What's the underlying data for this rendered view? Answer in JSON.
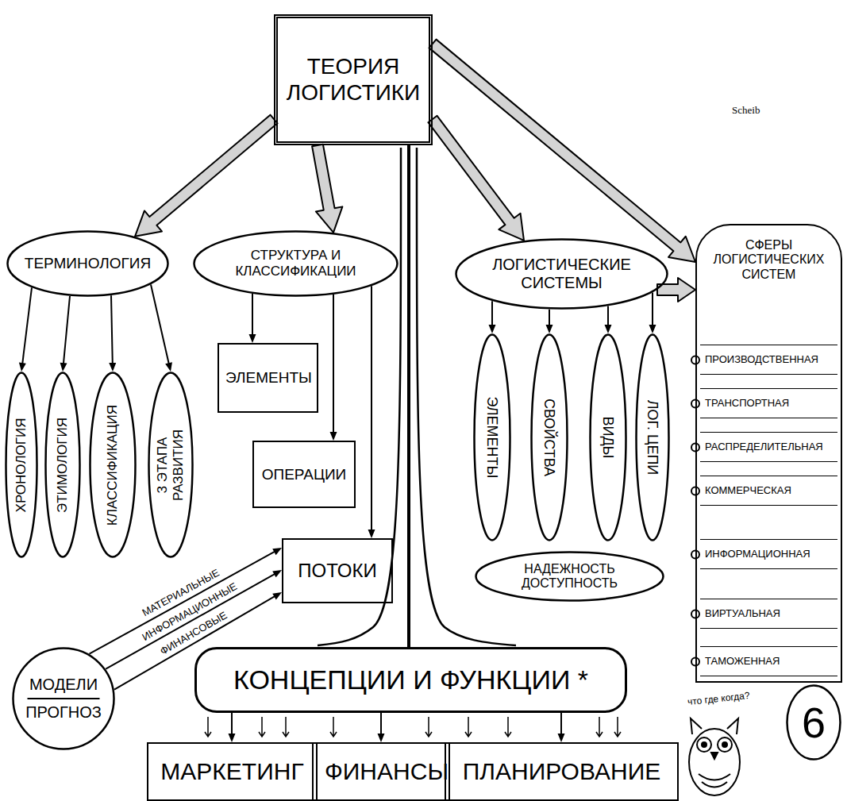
{
  "diagram": {
    "nodes": [
      {
        "text": [
          "ТЕОРИЯ ЛОГИСТИКИ"
        ]
      },
      {
        "text": [
          "ТЕРМИНОЛОГИЯ"
        ]
      },
      {
        "text": [
          "СТРУКТУРА И КЛАССИФИКАЦИИ"
        ]
      },
      {
        "text": [
          "ЛОГИСТИЧЕСКИЕ СИСТЕМЫ"
        ]
      },
      {
        "text": [
          "СФЕРЫ ЛОГИСТИЧЕСКИХ СИСТЕМ"
        ]
      },
      {
        "text": [
          "ПРОИЗВОДСТВЕННАЯ"
        ],
        "in": 4
      },
      {
        "text": [
          "ТРАНСПОРТНАЯ"
        ],
        "in": 4
      },
      {
        "text": [
          "РАСПРЕДЕЛИТЕЛЬНАЯ"
        ],
        "in": 4
      },
      {
        "text": [
          "КОММЕРЧЕСКАЯ"
        ],
        "in": 4
      },
      {
        "text": [
          "ИНФОРМАЦИОННАЯ"
        ],
        "in": 4
      },
      {
        "text": [
          "ВИРТУАЛЬНАЯ"
        ],
        "in": 4
      },
      {
        "text": [
          "ТАМОЖЕННАЯ"
        ],
        "in": 4
      },
      {
        "text": [
          "ХРОНОЛОГИЯ"
        ]
      },
      {
        "text": [
          "ЭТИМОЛОГИЯ"
        ]
      },
      {
        "text": [
          "КЛАССИФИКАЦИЯ"
        ]
      },
      {
        "text": [
          "3 ЭТАПА РАЗВИТИЯ"
        ]
      },
      {
        "text": [
          "ЭЛЕМЕНТЫ"
        ]
      },
      {
        "text": [
          "ОПЕРАЦИИ"
        ]
      },
      {
        "text": [
          "ПОТОКИ"
        ]
      },
      {
        "text": [
          "ЭЛЕМЕНТЫ"
        ]
      },
      {
        "text": [
          "СВОЙСТВА"
        ]
      },
      {
        "text": [
          "ВИДЫ"
        ]
      },
      {
        "text": [
          "ЛОГ. ЦЕПИ"
        ]
      },
      {
        "text": [
          "НАДЕЖНОСТЬ ДОСТУПНОСТЬ"
        ]
      },
      {
        "text": [
          "МОДЕЛИ",
          "ПРОГНОЗ"
        ]
      },
      {
        "text": [
          "КОНЦЕПЦИИ И ФУНКЦИИ *"
        ]
      },
      {
        "text": [
          "МАРКЕТИНГ"
        ]
      },
      {
        "text": [
          "ФИНАНСЫ"
        ]
      },
      {
        "text": [
          "ПЛАНИРОВАНИЕ"
        ]
      },
      {
        "text": [
          "6"
        ]
      }
    ],
    "edges": [
      {
        "from": 0,
        "to": 1,
        "arrow": "to"
      },
      {
        "from": 0,
        "to": 2,
        "arrow": "to"
      },
      {
        "from": 0,
        "to": 3,
        "arrow": "to"
      },
      {
        "from": 0,
        "to": 4,
        "arrow": "to"
      },
      {
        "from": 0,
        "to": 25,
        "arrow": "none"
      },
      {
        "from": 1,
        "to": 12,
        "arrow": "to"
      },
      {
        "from": 1,
        "to": 13,
        "arrow": "to"
      },
      {
        "from": 1,
        "to": 14,
        "arrow": "to"
      },
      {
        "from": 1,
        "to": 15,
        "arrow": "to"
      },
      {
        "from": 2,
        "to": 16,
        "arrow": "to"
      },
      {
        "from": 2,
        "to": 17,
        "arrow": "to"
      },
      {
        "from": 2,
        "to": 18,
        "arrow": "to"
      },
      {
        "from": 3,
        "to": 19,
        "arrow": "to"
      },
      {
        "from": 3,
        "to": 20,
        "arrow": "to"
      },
      {
        "from": 3,
        "to": 21,
        "arrow": "to"
      },
      {
        "from": 3,
        "to": 22,
        "arrow": "to"
      },
      {
        "from": 3,
        "to": 4,
        "arrow": "to"
      },
      {
        "from": 24,
        "to": 18,
        "label": "МАТЕРИАЛЬНЫЕ",
        "arrow": "to"
      },
      {
        "from": 24,
        "to": 18,
        "label": "ИНФОРМАЦИОННЫЕ",
        "arrow": "to"
      },
      {
        "from": 24,
        "to": 18,
        "label": "ФИНАНСОВЫЕ",
        "arrow": "to"
      },
      {
        "from": 25,
        "to": 26,
        "arrow": "to"
      },
      {
        "from": 25,
        "to": 27,
        "arrow": "to"
      },
      {
        "from": 25,
        "to": 28,
        "arrow": "to"
      }
    ],
    "labels": [
      "Scheib",
      "что где когда?"
    ]
  }
}
